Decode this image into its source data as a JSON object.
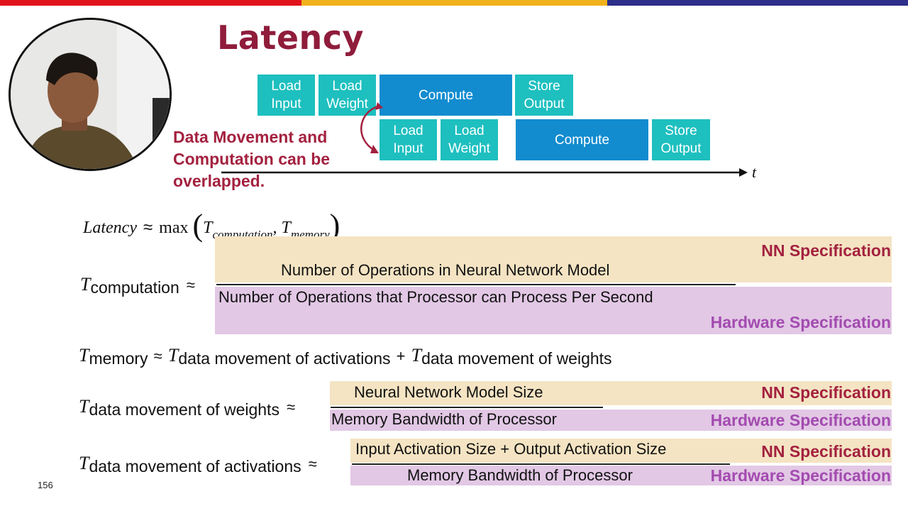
{
  "title": "Latency",
  "colors": {
    "bar_red": "#e0131c",
    "bar_yellow": "#f0b21a",
    "bar_navy": "#2e2f8a",
    "title": "#8f1c3b",
    "teal": "#1ebfbf",
    "blue": "#128ccf",
    "nn_spec": "#a3213f",
    "hw_spec": "#a34bb0"
  },
  "timeline": {
    "row1": {
      "load_input": "Load\nInput",
      "load_weight": "Load\nWeight",
      "compute": "Compute",
      "store_output": "Store\nOutput"
    },
    "row2": {
      "load_input": "Load\nInput",
      "load_weight": "Load\nWeight",
      "compute": "Compute",
      "store_output": "Store\nOutput"
    },
    "axis_label": "t"
  },
  "overlap_note": {
    "line1": "Data Movement and",
    "line2": "Computation can be",
    "line3": "overlapped."
  },
  "latency_eq": {
    "lhs": "Latency",
    "approx": "≈",
    "max": "max",
    "t1": "T",
    "t1_sub": "computation",
    "comma": ",",
    "t2": "T",
    "t2_sub": "memory"
  },
  "computation_eq": {
    "T": "T",
    "sub": "computation",
    "approx": "≈",
    "numerator": "Number of Operations in Neural Network Model",
    "denominator": "Number of Operations that Processor can Process Per Second",
    "nn_label": "NN Specification",
    "hw_label": "Hardware Specification"
  },
  "memory_eq": {
    "T": "T",
    "sub": "memory",
    "approx": "≈",
    "t_a": "T",
    "sub_a": "data movement of activations",
    "plus": "+",
    "t_w": "T",
    "sub_w": "data movement of weights"
  },
  "weights_eq": {
    "T": "T",
    "sub": "data movement of weights",
    "approx": "≈",
    "numerator": "Neural Network Model Size",
    "denominator": "Memory Bandwidth of Processor",
    "nn_label": "NN Specification",
    "hw_label": "Hardware Specification"
  },
  "activations_eq": {
    "T": "T",
    "sub": "data movement of activations",
    "approx": "≈",
    "numerator": "Input Activation Size + Output Activation Size",
    "denominator": "Memory Bandwidth of Processor",
    "nn_label": "NN Specification",
    "hw_label": "Hardware Specification"
  },
  "page_number": "156",
  "icons": {
    "presenter": "presenter-webcam-icon"
  }
}
